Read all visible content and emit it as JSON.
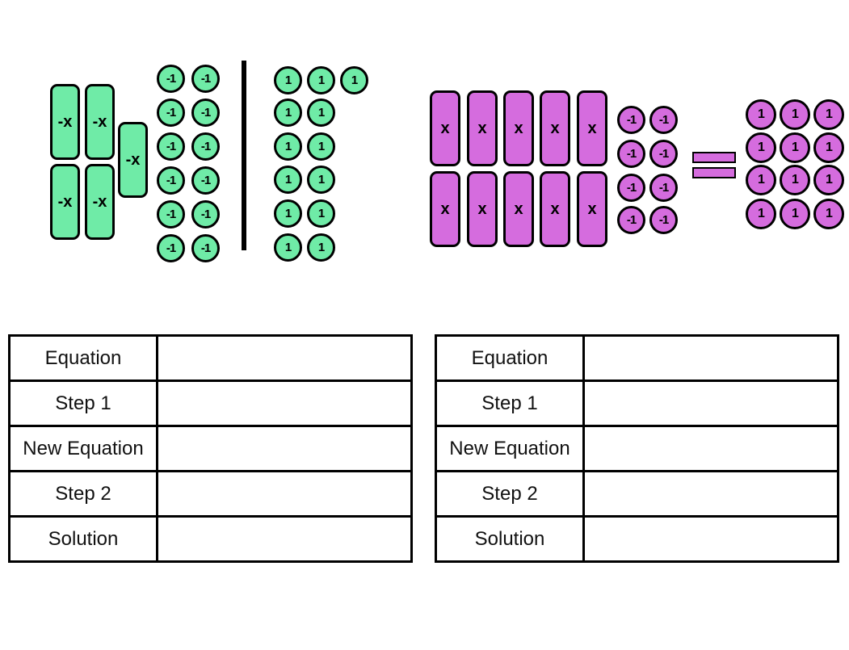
{
  "colors": {
    "green_tile": "#6FEBA7",
    "purple_tile": "#D56CDE",
    "outline": "#000000",
    "background": "#FFFFFF"
  },
  "left_model": {
    "variable_tile_label": "-x",
    "variable_tile_count": 5,
    "negative_unit_label": "-1",
    "negative_unit_count": 12,
    "positive_unit_label": "1",
    "positive_unit_count": 13,
    "positive_unit_rows": [
      3,
      2,
      2,
      2,
      2,
      2
    ]
  },
  "right_model": {
    "variable_tile_label": "x",
    "variable_tile_count": 10,
    "negative_unit_label": "-1",
    "negative_unit_count": 8,
    "positive_unit_label": "1",
    "positive_unit_count": 12,
    "positive_unit_rows": [
      3,
      3,
      3,
      3
    ]
  },
  "tables": [
    {
      "row_labels": [
        "Equation",
        "Step 1",
        "New Equation",
        "Step 2",
        "Solution"
      ],
      "row_values": [
        "",
        "",
        "",
        "",
        ""
      ]
    },
    {
      "row_labels": [
        "Equation",
        "Step 1",
        "New Equation",
        "Step 2",
        "Solution"
      ],
      "row_values": [
        "",
        "",
        "",
        "",
        ""
      ]
    }
  ]
}
